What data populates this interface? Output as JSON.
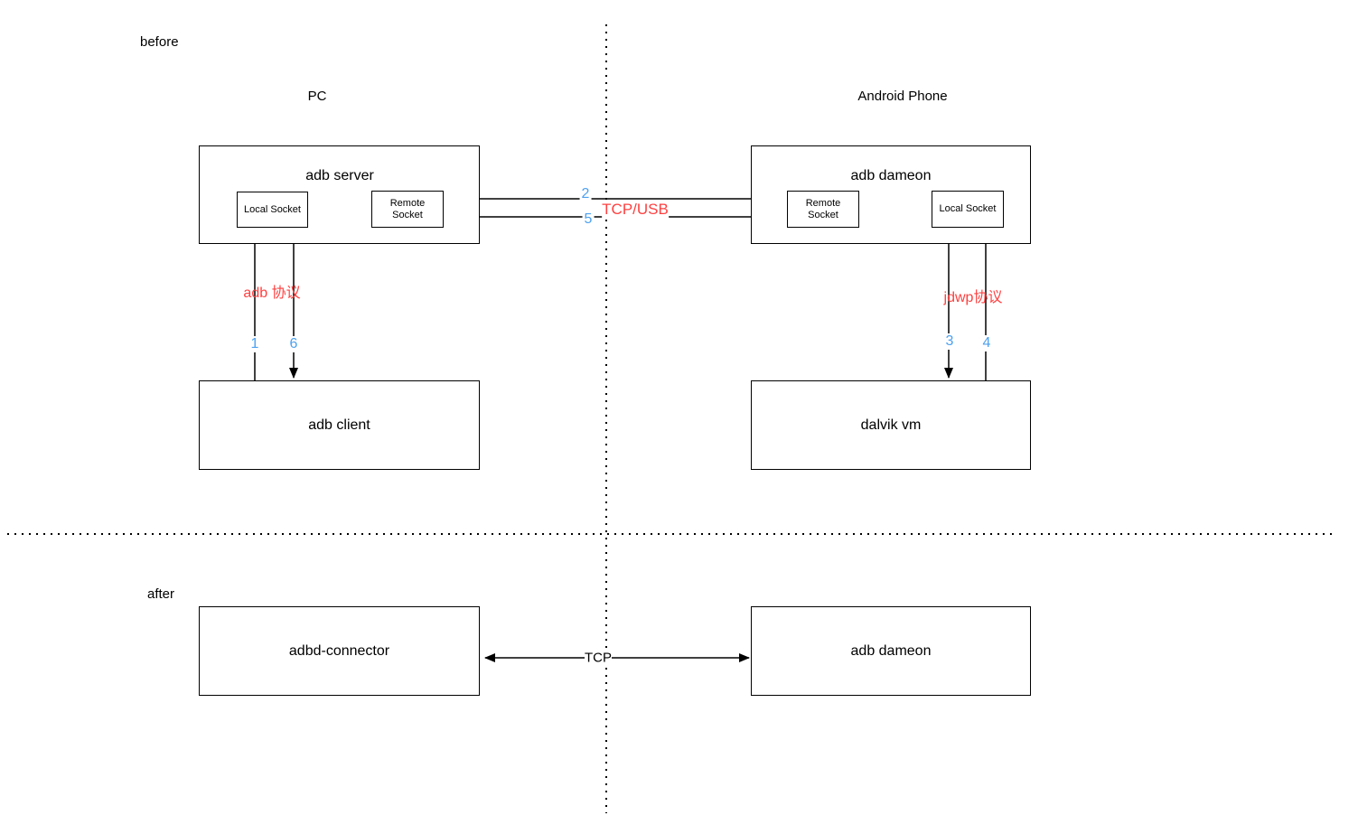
{
  "colors": {
    "red": "#FF4040",
    "blue": "#4DA1F0",
    "stroke": "#000000"
  },
  "before": {
    "section_label": "before",
    "pc_title": "PC",
    "phone_title": "Android Phone",
    "adb_server": {
      "title": "adb server",
      "local_socket": "Local Socket",
      "remote_socket": "Remote Socket"
    },
    "adb_daemon": {
      "title": "adb dameon",
      "remote_socket": "Remote Socket",
      "local_socket": "Local Socket"
    },
    "adb_client_title": "adb client",
    "dalvik_vm_title": "dalvik vm",
    "link_labels": {
      "tcp_usb": "TCP/USB",
      "adb_protocol": "adb 协议",
      "jdwp_protocol": "jdwp协议"
    },
    "step_numbers": {
      "s1": "1",
      "s2": "2",
      "s3": "3",
      "s4": "4",
      "s5": "5",
      "s6": "6"
    }
  },
  "after": {
    "section_label": "after",
    "adbd_connector_title": "adbd-connector",
    "adb_daemon_title": "adb dameon",
    "tcp_label": "TCP"
  }
}
